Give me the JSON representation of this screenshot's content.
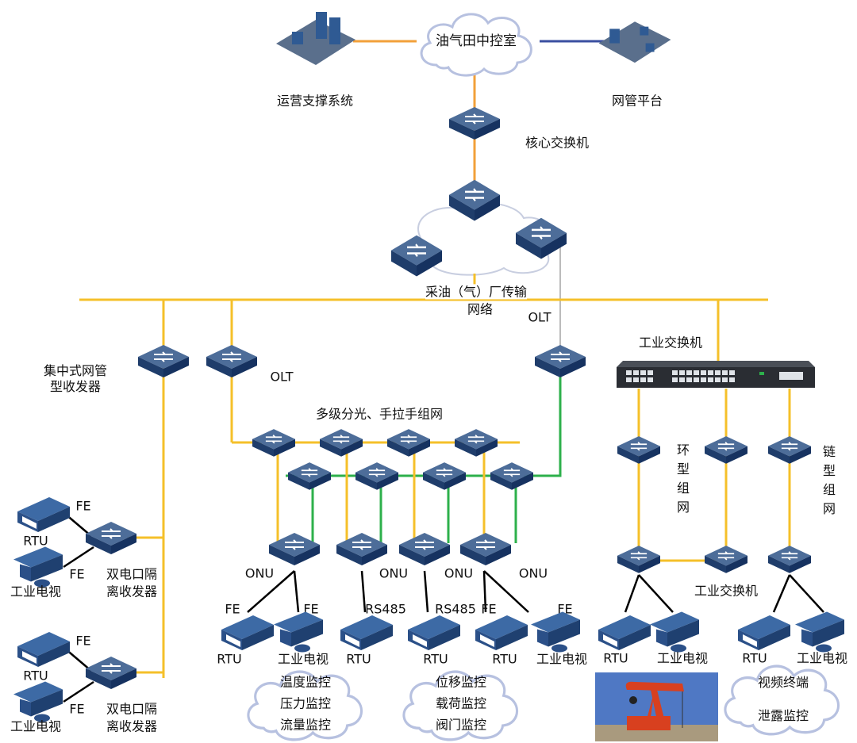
{
  "top": {
    "control_room": "油气田中控室",
    "ops_system": "运营支撑系统",
    "nms_platform": "网管平台",
    "core_switch": "核心交换机",
    "transport_network_line1": "采油（气）厂传输",
    "transport_network_line2": "网络"
  },
  "left": {
    "central_transceiver": "集中式网管型收发器",
    "groups": [
      {
        "fe1": "FE",
        "fe2": "FE",
        "rtu": "RTU",
        "tv": "工业电视",
        "transceiver_line1": "双电口隔",
        "transceiver_line2": "离收发器"
      },
      {
        "fe1": "FE",
        "fe2": "FE",
        "rtu": "RTU",
        "tv": "工业电视",
        "transceiver_line1": "双电口隔",
        "transceiver_line2": "离收发器"
      }
    ]
  },
  "pon": {
    "olt_left": "OLT",
    "olt_right": "OLT",
    "splitter_label": "多级分光、手拉手组网",
    "onu": [
      "ONU",
      "ONU",
      "ONU",
      "ONU"
    ],
    "links": [
      "FE",
      "FE",
      "RS485",
      "RS485",
      "FE",
      "FE"
    ],
    "devices": [
      "RTU",
      "工业电视",
      "RTU",
      "RTU",
      "RTU",
      "工业电视"
    ],
    "cloud1": [
      "温度监控",
      "压力监控",
      "流量监控"
    ],
    "cloud2": [
      "位移监控",
      "载荷监控",
      "阀门监控"
    ]
  },
  "industrial": {
    "switch_top": "工业交换机",
    "ring": "环型组网",
    "chain": "链型组网",
    "switch_bottom": "工业交换机",
    "devices": [
      "RTU",
      "工业电视",
      "RTU",
      "工业电视"
    ],
    "cloud3": [
      "视频终端",
      "泄露监控"
    ]
  },
  "colors": {
    "yellow_link": "#f5c02a",
    "orange_link": "#f2a03a",
    "blue_link": "#3a4fa0",
    "green_link": "#2db04b",
    "device_blue": "#2f5a93"
  }
}
